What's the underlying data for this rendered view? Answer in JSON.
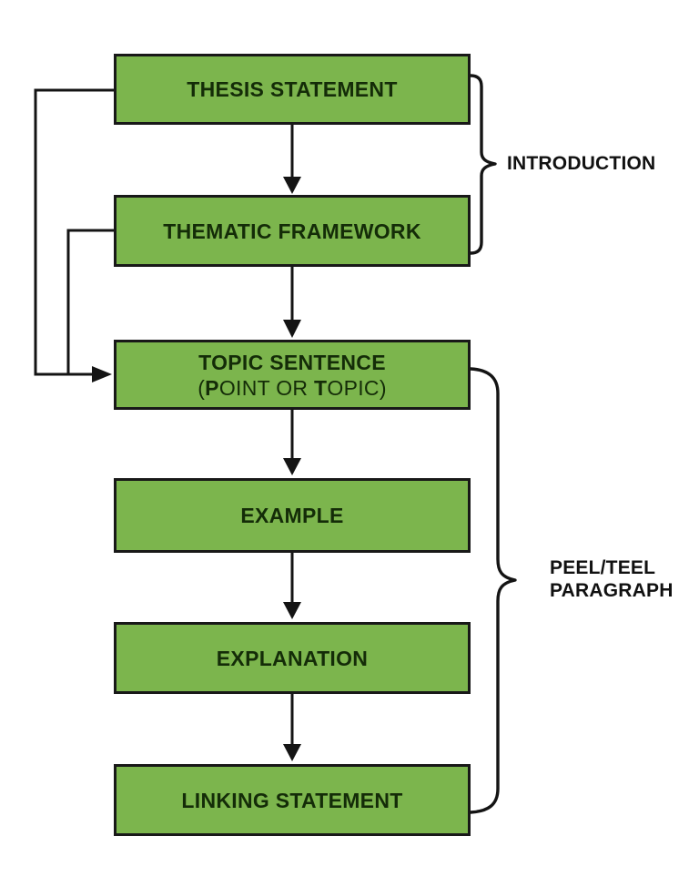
{
  "flowchart": {
    "boxes": {
      "thesis": {
        "label": "THESIS STATEMENT"
      },
      "thematic": {
        "label": "THEMATIC FRAMEWORK"
      },
      "topic": {
        "line1": "TOPIC SENTENCE",
        "line2": {
          "open": "(",
          "bold_p": "P",
          "mid": "OINT OR ",
          "bold_t": "T",
          "close": "OPIC)"
        }
      },
      "example": {
        "label": "EXAMPLE"
      },
      "explanation": {
        "label": "EXPLANATION"
      },
      "linking": {
        "label": "LINKING STATEMENT"
      }
    },
    "brace_labels": {
      "introduction": "INTRODUCTION",
      "peel_teel_line1": "PEEL/TEEL",
      "peel_teel_line2": "PARAGRAPH"
    },
    "colors": {
      "box_fill": "#7cb54d",
      "box_border": "#181818",
      "box_text": "#142c08",
      "line": "#141414",
      "label_text": "#111111",
      "background": "#ffffff"
    }
  }
}
